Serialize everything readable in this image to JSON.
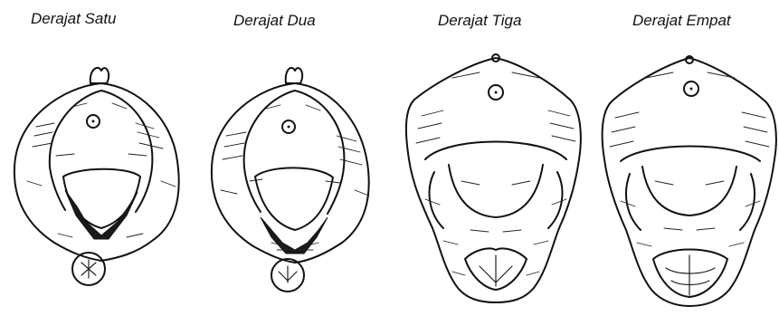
{
  "panels": [
    {
      "label": "Derajat Satu"
    },
    {
      "label": "Derajat Dua"
    },
    {
      "label": "Derajat Tiga"
    },
    {
      "label": "Derajat Empat"
    }
  ],
  "style": {
    "ink_color": "#111111",
    "background": "#ffffff"
  }
}
